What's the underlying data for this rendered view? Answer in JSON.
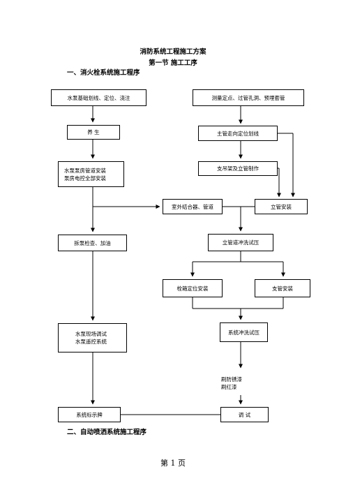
{
  "doc": {
    "title": "消防系统工程施工方案",
    "section": "第一节   施工工序",
    "heading1": "一、消火栓系统施工程序",
    "heading2": "二、自动喷洒系统施工程序",
    "footer": "第 1 页"
  },
  "flow": {
    "pump_foundation": "水泵基础划线、定位、浇注",
    "survey": "测量定点、过管孔洞、预埋套管",
    "curing": "养      生",
    "main_pipe_layout": "主管走向定位划线",
    "pump_room_pipe_1": "水泵泵房管道安装",
    "pump_room_pipe_2": "泵房电控全部安装",
    "support_riser": "支吊架及立管制作",
    "outdoor_connector": "室外结合器、管道",
    "riser_install": "立管安装",
    "pump_check": "拆泵检查、加油",
    "riser_flush": "立管道冲洗试压",
    "cabinet_install": "栓箱定位安装",
    "branch_install": "支管安装",
    "pump_test_1": "水泵现场调试",
    "pump_test_2": "水泵遥控系统",
    "system_flush": "系统冲洗试压",
    "paint_1": "刷防锈漆",
    "paint_2": "刷红漆",
    "signage": "系统标示牌",
    "debug": "调      试"
  }
}
